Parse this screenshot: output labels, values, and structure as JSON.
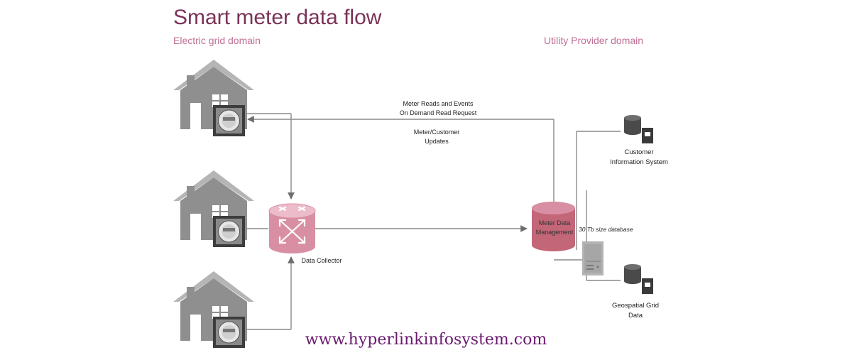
{
  "title": "Smart meter data flow",
  "domains": {
    "left": "Electric grid domain",
    "right": "Utility Provider domain"
  },
  "flows": {
    "top_line1": "Meter Reads and Events",
    "top_line2": "On Demand Read Request",
    "updates_line1": "Meter/Customer",
    "updates_line2": "Updates"
  },
  "nodes": {
    "collector": "Data Collector",
    "mdm_line1": "Meter Data",
    "mdm_line2": "Management",
    "db_note": "30 Tb size database",
    "cis_line1": "Customer",
    "cis_line2": "Information System",
    "geo_line1": "Geospatial Grid",
    "geo_line2": "Data"
  },
  "watermark": "www.hyperlinkinfosystem.com",
  "colors": {
    "title": "#7b3358",
    "domain_text": "#c07095",
    "pink_node": "#d98fa3",
    "mdm_node": "#c26678",
    "house": "#8f8f8f",
    "line": "#8a8a8a",
    "watermark": "#6a1a6e"
  },
  "icons": [
    "house-icon",
    "smart-meter-icon",
    "database-icon",
    "server-icon",
    "router-icon"
  ]
}
